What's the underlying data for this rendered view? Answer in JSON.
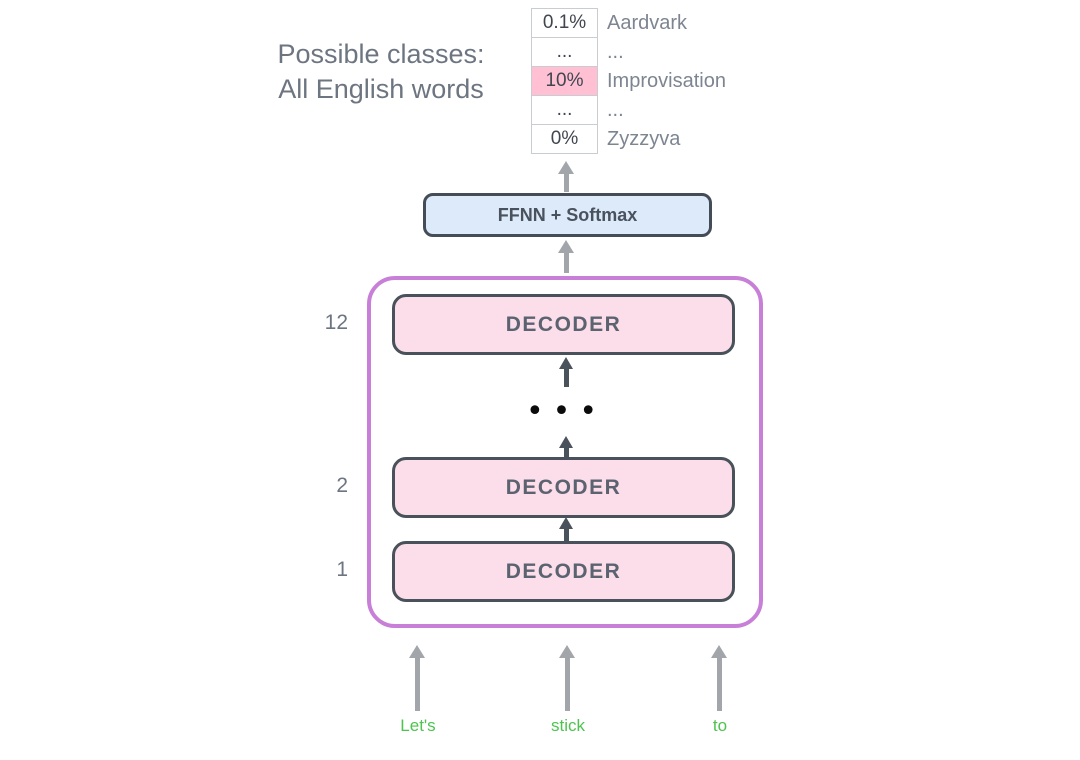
{
  "caption": {
    "line1": "Possible classes:",
    "line2": "All English words"
  },
  "prob_table": {
    "rows": [
      {
        "value": "0.1%",
        "label": "Aardvark",
        "highlighted": false
      },
      {
        "value": "...",
        "label": "...",
        "highlighted": false
      },
      {
        "value": "10%",
        "label": "Improvisation",
        "highlighted": true
      },
      {
        "value": "...",
        "label": "...",
        "highlighted": false
      },
      {
        "value": "0%",
        "label": "Zyzzyva",
        "highlighted": false
      }
    ]
  },
  "ffnn": {
    "label": "FFNN + Softmax"
  },
  "decoder_stack": {
    "layers": [
      {
        "index": "12",
        "label": "DECODER"
      },
      {
        "index": "2",
        "label": "DECODER"
      },
      {
        "index": "1",
        "label": "DECODER"
      }
    ],
    "ellipsis": "•••"
  },
  "input_tokens": [
    {
      "text": "Let's"
    },
    {
      "text": "stick"
    },
    {
      "text": "to"
    }
  ],
  "colors": {
    "accent_purple": "#c77fd8",
    "decoder_fill": "#fbdeea",
    "decoder_border": "#49515b",
    "ffnn_fill": "#ddeafa",
    "ffnn_border": "#434c57",
    "highlight_pink": "#ffc0d4",
    "token_green": "#4ec34f",
    "arrow_gray": "#a2a6aa",
    "arrow_dark": "#4a525c",
    "text_gray": "#6d7581"
  }
}
